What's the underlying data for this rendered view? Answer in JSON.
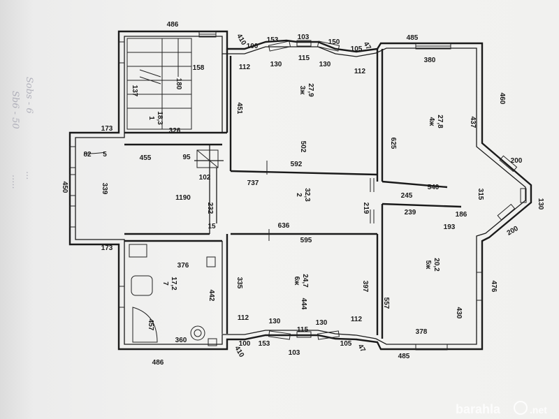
{
  "plan": {
    "outer_dims": [
      "486",
      "486",
      "450",
      "173",
      "173",
      "410",
      "410",
      "485",
      "485",
      "460",
      "476",
      "130",
      "200",
      "200",
      "100",
      "100",
      "153",
      "153",
      "103",
      "103",
      "150",
      "105",
      "105",
      "47",
      "47"
    ],
    "window_dims": [
      "130",
      "115",
      "130",
      "112",
      "112",
      "130",
      "115",
      "130",
      "112",
      "112"
    ],
    "interior_dims": [
      "158",
      "137",
      "180",
      "326",
      "82",
      "455",
      "95",
      "102",
      "339",
      "1190",
      "232",
      "15",
      "737",
      "592",
      "636",
      "595",
      "219",
      "245",
      "239",
      "540",
      "315",
      "186",
      "193",
      "378",
      "380",
      "430",
      "437",
      "557",
      "625",
      "502",
      "451",
      "376",
      "442",
      "457",
      "360",
      "335",
      "397",
      "444",
      "5"
    ],
    "rooms": [
      {
        "label": "1",
        "area": "18,3"
      },
      {
        "label": "2",
        "area": "32,3"
      },
      {
        "label": "3ж",
        "area": "27,9"
      },
      {
        "label": "4ж",
        "area": "27,8"
      },
      {
        "label": "5ж",
        "area": "20,2"
      },
      {
        "label": "6ж",
        "area": "24,7"
      },
      {
        "label": "7",
        "area": "17,2"
      }
    ]
  },
  "watermark": {
    "site": "barahla",
    "tld": ".net"
  }
}
